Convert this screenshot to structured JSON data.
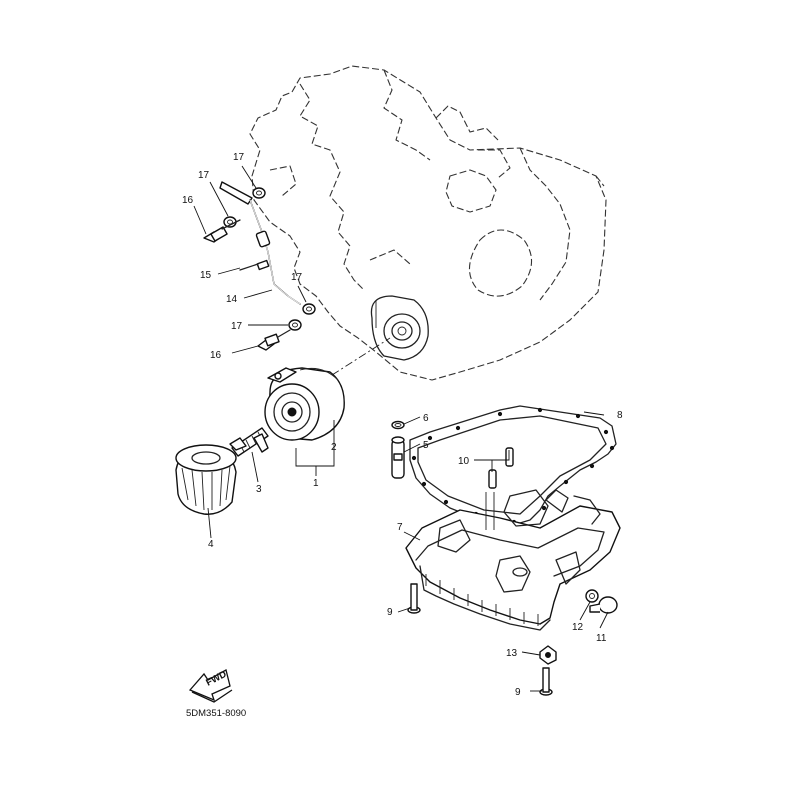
{
  "callouts": [
    {
      "id": "c1",
      "label": "1"
    },
    {
      "id": "c2",
      "label": "2"
    },
    {
      "id": "c3",
      "label": "3"
    },
    {
      "id": "c4",
      "label": "4"
    },
    {
      "id": "c5",
      "label": "5"
    },
    {
      "id": "c6",
      "label": "6"
    },
    {
      "id": "c7",
      "label": "7"
    },
    {
      "id": "c8",
      "label": "8"
    },
    {
      "id": "c9a",
      "label": "9"
    },
    {
      "id": "c9b",
      "label": "9"
    },
    {
      "id": "c10",
      "label": "10"
    },
    {
      "id": "c11",
      "label": "11"
    },
    {
      "id": "c12",
      "label": "12"
    },
    {
      "id": "c13",
      "label": "13"
    },
    {
      "id": "c14",
      "label": "14"
    },
    {
      "id": "c15",
      "label": "15"
    },
    {
      "id": "c16a",
      "label": "16"
    },
    {
      "id": "c16b",
      "label": "16"
    },
    {
      "id": "c17a",
      "label": "17"
    },
    {
      "id": "c17b",
      "label": "17"
    },
    {
      "id": "c17c",
      "label": "17"
    }
  ],
  "fwd_label": "FWD",
  "diagram_code": "5DM351-8090"
}
